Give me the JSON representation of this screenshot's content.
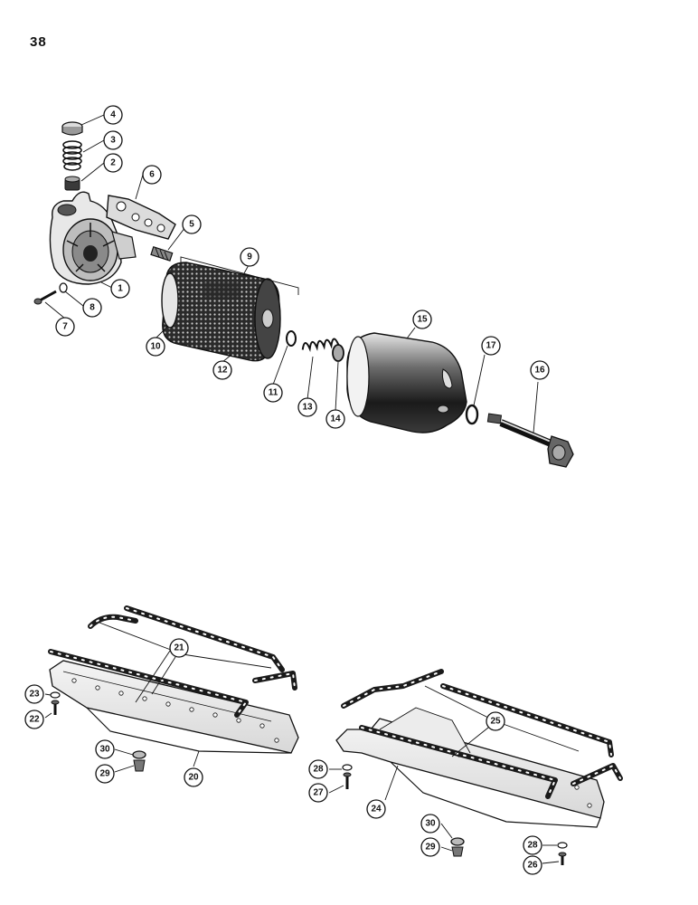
{
  "page": {
    "number": "38"
  },
  "callouts": [
    {
      "id": "c1",
      "label": "1"
    },
    {
      "id": "c2",
      "label": "2"
    },
    {
      "id": "c3",
      "label": "3"
    },
    {
      "id": "c4",
      "label": "4"
    },
    {
      "id": "c5",
      "label": "5"
    },
    {
      "id": "c6",
      "label": "6"
    },
    {
      "id": "c7",
      "label": "7"
    },
    {
      "id": "c8",
      "label": "8"
    },
    {
      "id": "c9",
      "label": "9"
    },
    {
      "id": "c10",
      "label": "10"
    },
    {
      "id": "c11",
      "label": "11"
    },
    {
      "id": "c12",
      "label": "12"
    },
    {
      "id": "c13",
      "label": "13"
    },
    {
      "id": "c14",
      "label": "14"
    },
    {
      "id": "c15",
      "label": "15"
    },
    {
      "id": "c16",
      "label": "16"
    },
    {
      "id": "c17",
      "label": "17"
    },
    {
      "id": "c20",
      "label": "20"
    },
    {
      "id": "c21",
      "label": "21"
    },
    {
      "id": "c22",
      "label": "22"
    },
    {
      "id": "c23",
      "label": "23"
    },
    {
      "id": "c29a",
      "label": "29"
    },
    {
      "id": "c30a",
      "label": "30"
    },
    {
      "id": "c24",
      "label": "24"
    },
    {
      "id": "c25",
      "label": "25"
    },
    {
      "id": "c26",
      "label": "26"
    },
    {
      "id": "c27",
      "label": "27"
    },
    {
      "id": "c28a",
      "label": "28"
    },
    {
      "id": "c28b",
      "label": "28"
    },
    {
      "id": "c29b",
      "label": "29"
    },
    {
      "id": "c30b",
      "label": "30"
    }
  ]
}
